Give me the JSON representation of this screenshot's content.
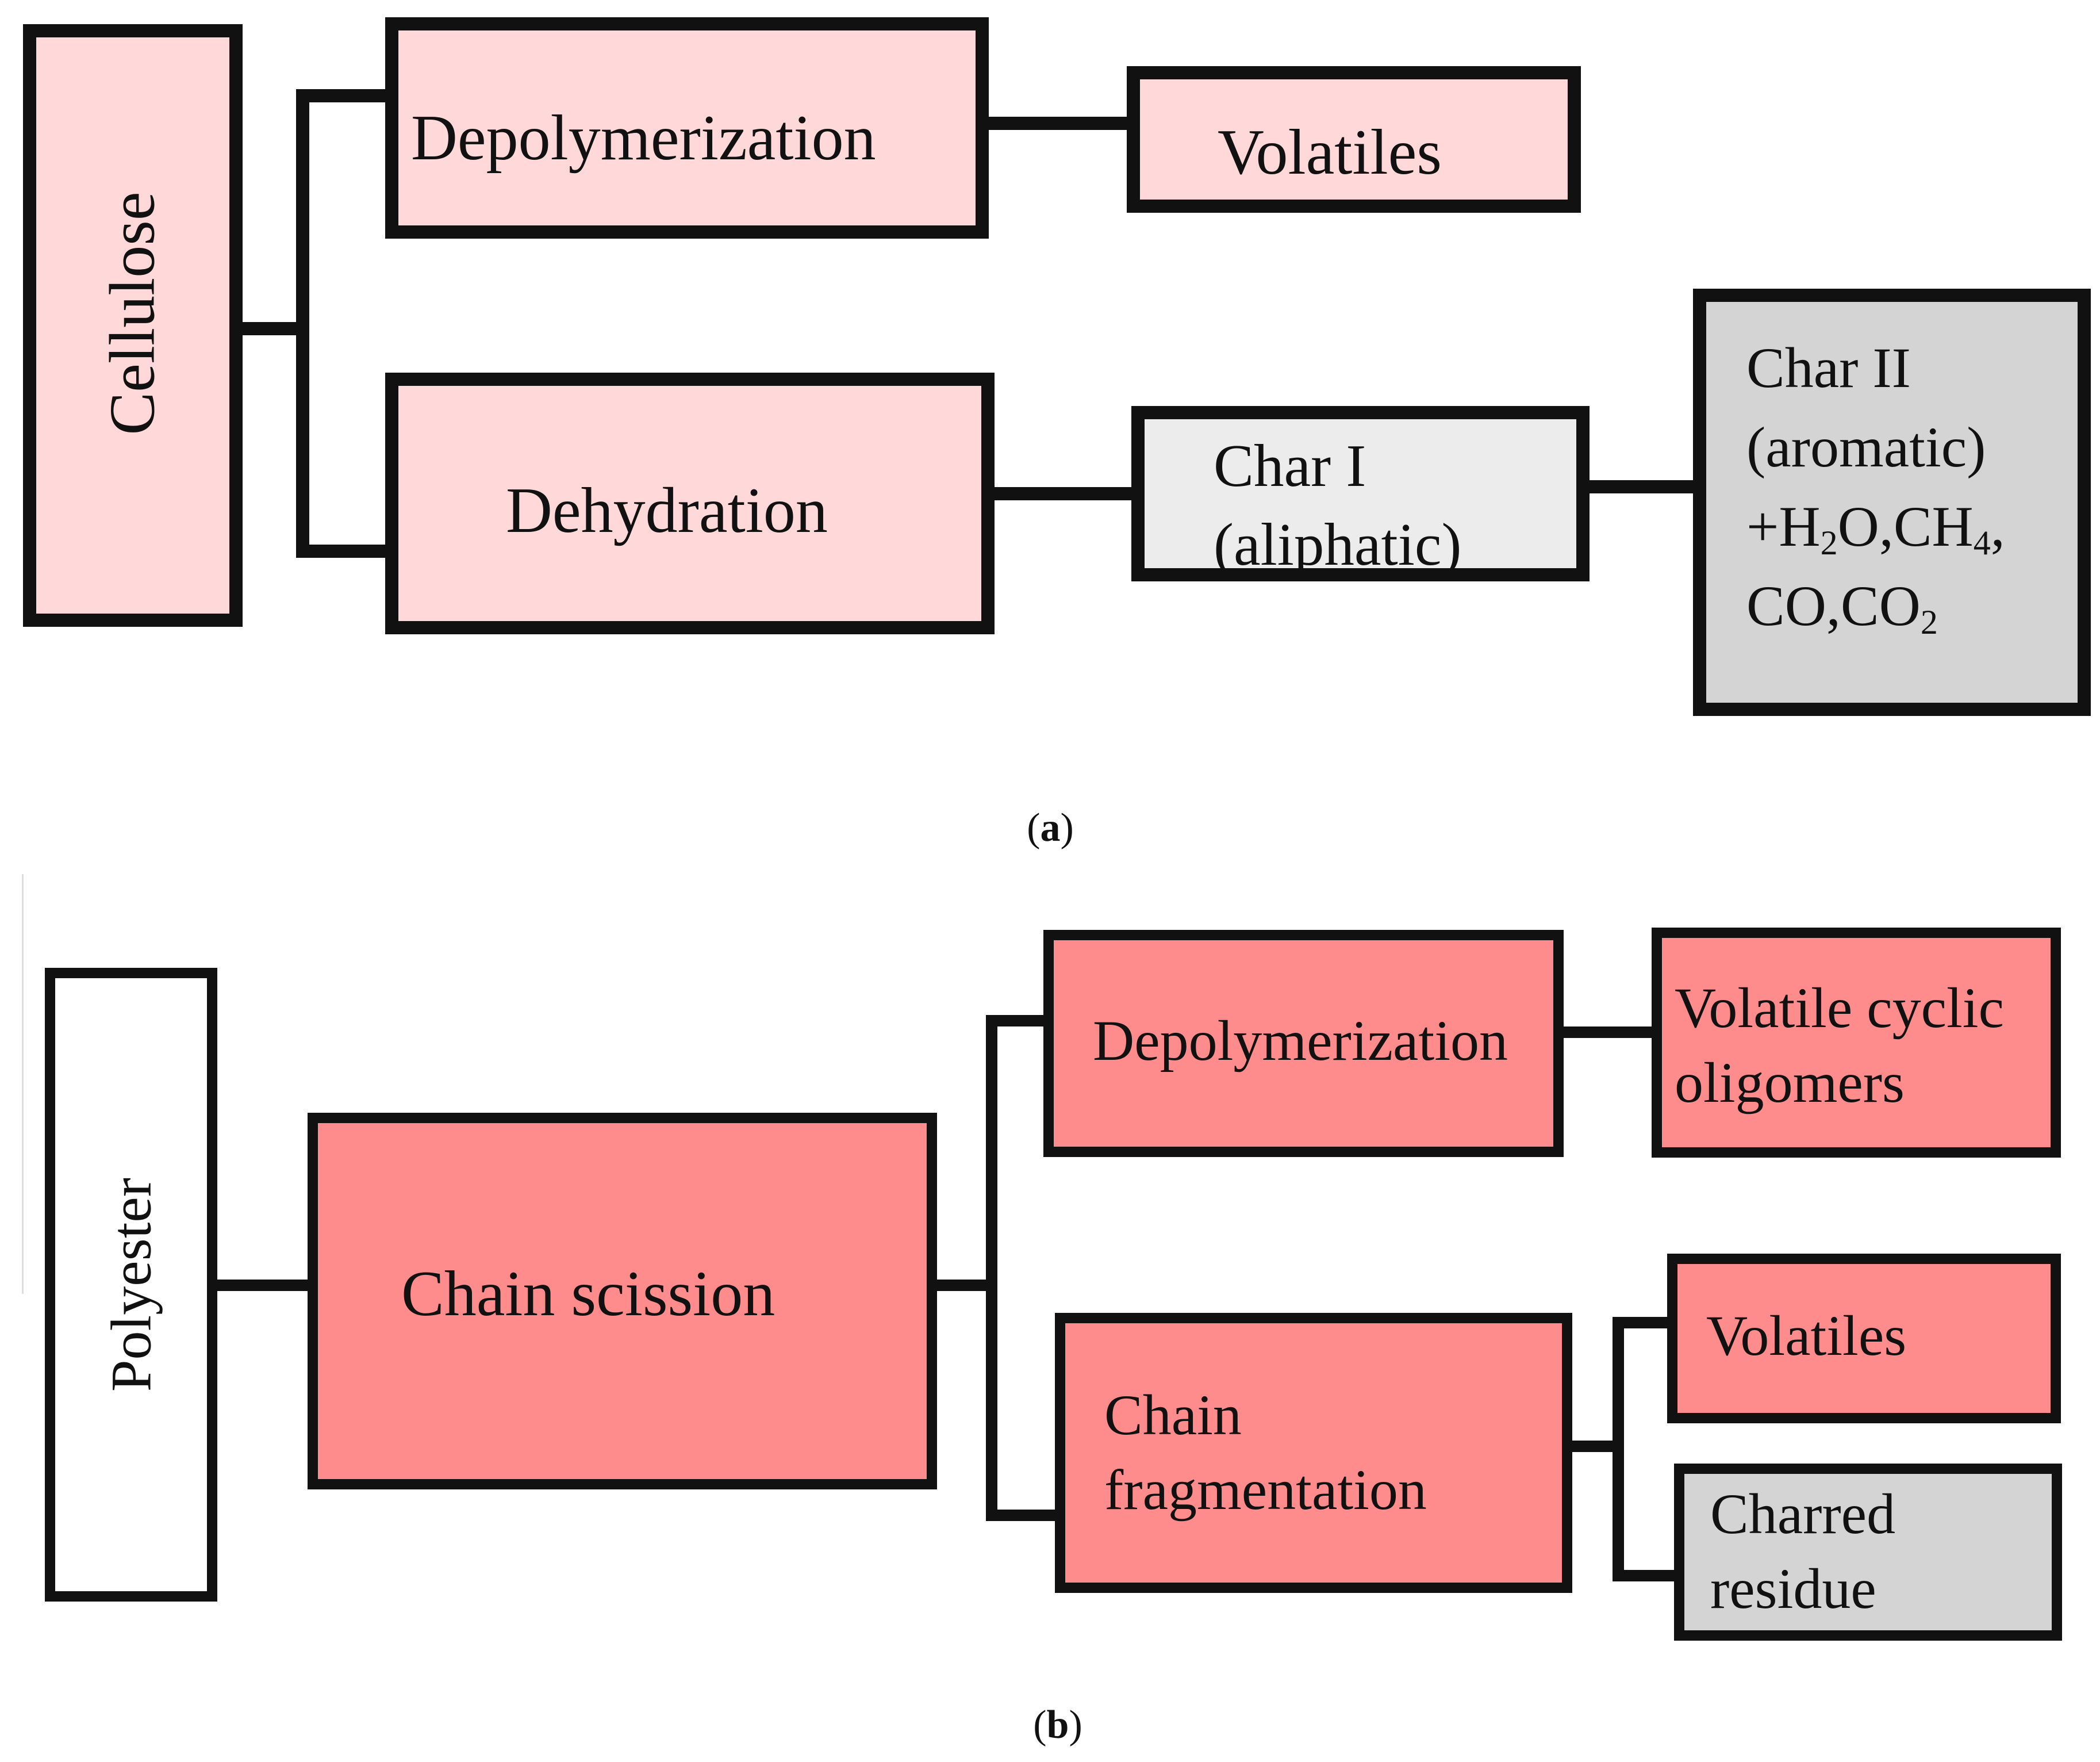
{
  "panel_a": {
    "caption_letter": "a",
    "cellulose": "Cellulose",
    "depolymerization": "Depolymerization",
    "volatiles": "Volatiles",
    "dehydration": "Dehydration",
    "char1_line1": "Char I",
    "char1_line2": "(aliphatic)",
    "char2": {
      "line1": "Char II",
      "line2": "(aromatic)",
      "line3_pre": "+H",
      "line3_sub1": "2",
      "line3_mid": "O,CH",
      "line3_sub2": "4",
      "line3_post": ",",
      "line4_pre": "CO,CO",
      "line4_sub": "2"
    }
  },
  "panel_b": {
    "caption_letter": "b",
    "polyester": "Polyester",
    "chain_scission": "Chain scission",
    "depolymerization": "Depolymerization",
    "volatile_cyclic_line1": "Volatile cyclic",
    "volatile_cyclic_line2": "oligomers",
    "chain_frag_line1": "Chain",
    "chain_frag_line2": "fragmentation",
    "volatiles": "Volatiles",
    "charred_line1": "Charred",
    "charred_line2": "residue"
  },
  "colors": {
    "pink": "#ffd9d9",
    "salmon": "#ff8c8c",
    "light_gray": "#ececec",
    "gray": "#d4d4d4",
    "border": "#111111"
  }
}
